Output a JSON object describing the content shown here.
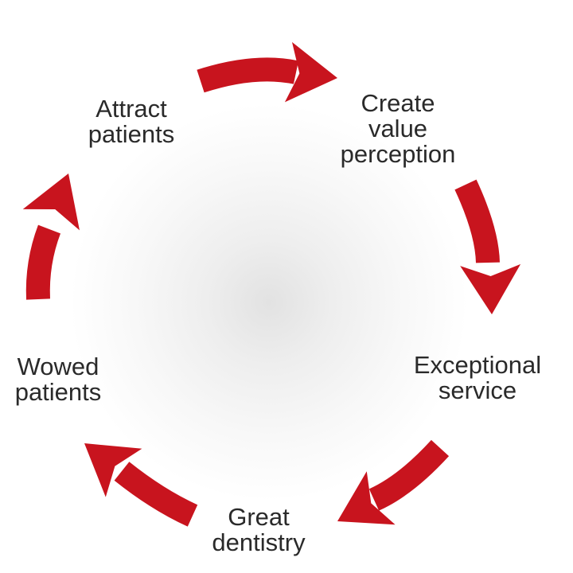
{
  "diagram": {
    "type": "cycle",
    "arrow_color": "#c8141e",
    "steps": [
      {
        "id": "attract",
        "lines": [
          "Attract",
          "patients"
        ]
      },
      {
        "id": "value",
        "lines": [
          "Create",
          "value",
          "perception"
        ]
      },
      {
        "id": "service",
        "lines": [
          "Exceptional",
          "service"
        ]
      },
      {
        "id": "dentistry",
        "lines": [
          "Great",
          "dentistry"
        ]
      },
      {
        "id": "wowed",
        "lines": [
          "Wowed",
          "patients"
        ]
      }
    ]
  }
}
